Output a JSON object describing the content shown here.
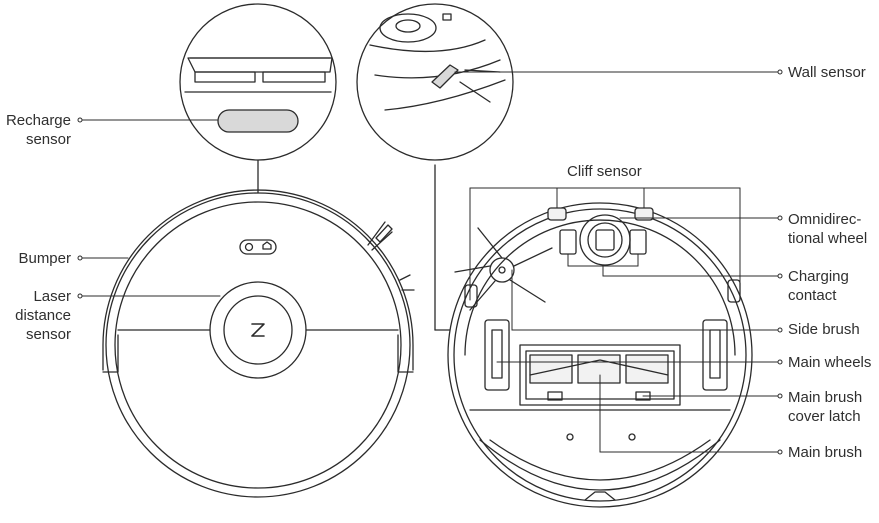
{
  "labels": {
    "recharge_sensor": [
      "Recharge",
      "sensor"
    ],
    "bumper": [
      "Bumper"
    ],
    "laser_distance_sensor": [
      "Laser",
      "distance",
      "sensor"
    ],
    "wall_sensor": [
      "Wall sensor"
    ],
    "cliff_sensor": [
      "Cliff sensor"
    ],
    "omnidirectional_wheel": [
      "Omnidirec-",
      "tional wheel"
    ],
    "charging_contact": [
      "Charging",
      "contact"
    ],
    "side_brush": [
      "Side brush"
    ],
    "main_wheels": [
      "Main wheels"
    ],
    "main_brush_cover_latch": [
      "Main brush",
      "cover latch"
    ],
    "main_brush": [
      "Main brush"
    ]
  },
  "colors": {
    "line": "#2b2b2b",
    "fill_light": "#f2f2f2",
    "fill_mid": "#d9d9d9"
  },
  "icons": {
    "power_button": "power-icon",
    "home_button": "home-icon",
    "logo": "z-logo-icon"
  }
}
